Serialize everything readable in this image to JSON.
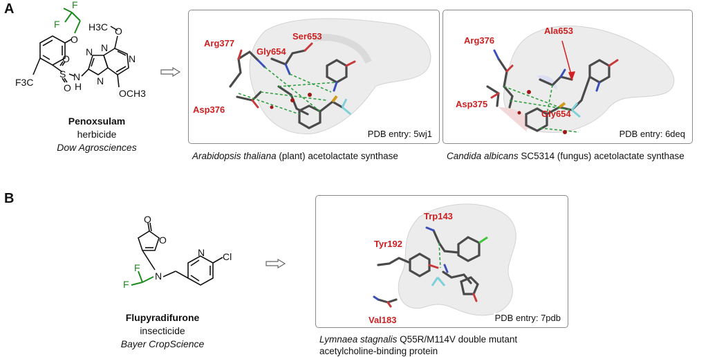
{
  "panels": [
    {
      "letter": "A",
      "compound": {
        "name": "Penoxsulam",
        "type": "herbicide",
        "company": "Dow Agrosciences",
        "atoms": {
          "F1": "F",
          "F2": "F",
          "O_ether": "O",
          "OMe_top": "H3C",
          "OMe_top_O": "O",
          "N_ring": "N",
          "CF3": "F3C",
          "S": "S",
          "O1": "O",
          "O2": "O",
          "NH": "N",
          "H": "H",
          "N1": "N",
          "N2": "N",
          "N3": "N",
          "OCH3": "OCH3"
        }
      },
      "structures": [
        {
          "residues": [
            "Arg377",
            "Gly654",
            "Ser653",
            "Asp376"
          ],
          "pdb_entry": "PDB entry: 5wj1",
          "caption_species": "Arabidopsis thaliana",
          "caption_rest": " (plant) acetolactate synthase"
        },
        {
          "residues": [
            "Arg376",
            "Ala653",
            "Asp375",
            "Gly654"
          ],
          "pdb_entry": "PDB entry: 6deq",
          "caption_species": "Candida albicans",
          "caption_rest": " SC5314 (fungus) acetolactate synthase"
        }
      ]
    },
    {
      "letter": "B",
      "compound": {
        "name": "Flupyradifurone",
        "type": "insecticide",
        "company": "Bayer CropScience",
        "atoms": {
          "O_carbonyl": "O",
          "O_ring": "O",
          "F1": "F",
          "F2": "F",
          "N_amine": "N",
          "N_pyr": "N",
          "Cl": "Cl"
        }
      },
      "structures": [
        {
          "residues": [
            "Trp143",
            "Tyr192",
            "Val183"
          ],
          "pdb_entry": "PDB entry: 7pdb",
          "caption_species": "Lymnaea stagnalis",
          "caption_rest": " Q55R/M114V double mutant",
          "caption_line2": "acetylcholine-binding protein"
        }
      ]
    }
  ],
  "colors": {
    "residue_label": "#cc1f1f",
    "difluoroethyl": "#1f8a1f",
    "hbond": "#2e9e3e",
    "box_border": "#8a8a8a"
  }
}
